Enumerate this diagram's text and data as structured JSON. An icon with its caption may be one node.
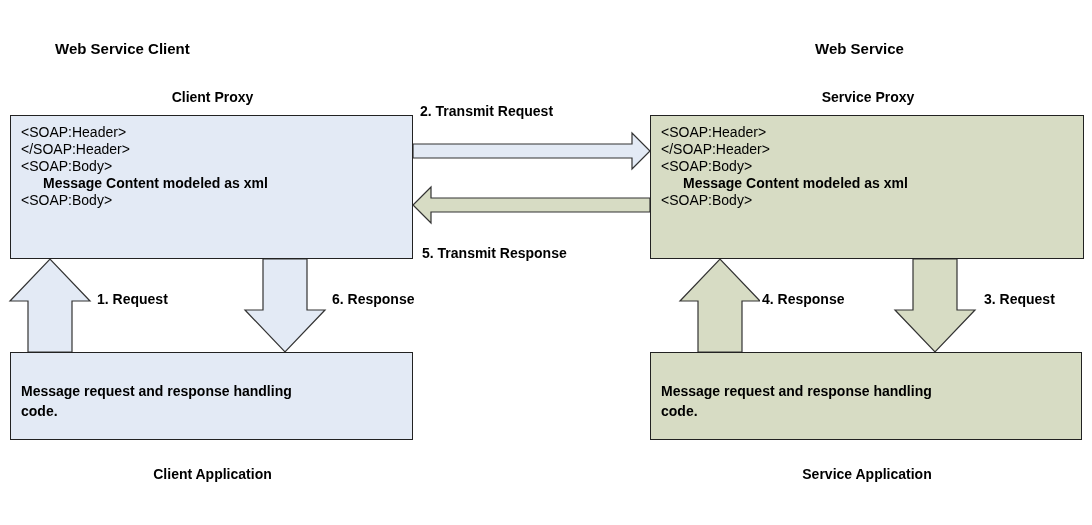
{
  "diagram": {
    "nodes": [
      {
        "text": [
          "Client Proxy",
          "<SOAP:Header>",
          "</SOAP:Header>",
          "<SOAP:Body>",
          "Message Content modeled as xml",
          "<SOAP:Body>"
        ]
      },
      {
        "text": [
          "Service Proxy",
          "<SOAP:Header>",
          "</SOAP:Header>",
          "<SOAP:Body>",
          "Message Content modeled as xml",
          "<SOAP:Body>"
        ]
      },
      {
        "text": [
          "Message request and response handling code.",
          "Client Application"
        ]
      },
      {
        "text": [
          "Message request and response handling code.",
          "Service Application"
        ]
      }
    ],
    "edges": [
      {
        "from": 0,
        "to": 1,
        "arrow": "to",
        "label": "2. Transmit Request",
        "color": "#e3eaf5"
      },
      {
        "from": 1,
        "to": 0,
        "arrow": "to",
        "label": "5. Transmit Response",
        "color": "#d7dcc4"
      },
      {
        "from": 2,
        "to": 0,
        "arrow": "to",
        "label": "1. Request",
        "color": "#e3eaf5"
      },
      {
        "from": 0,
        "to": 2,
        "arrow": "to",
        "label": "6. Response",
        "color": "#e3eaf5"
      },
      {
        "from": 1,
        "to": 3,
        "arrow": "to",
        "label": "3. Request",
        "color": "#d7dcc4"
      },
      {
        "from": 3,
        "to": 1,
        "arrow": "to",
        "label": "4. Response",
        "color": "#d7dcc4"
      }
    ],
    "labels": [
      "Web Service Client",
      "Web Service"
    ]
  }
}
